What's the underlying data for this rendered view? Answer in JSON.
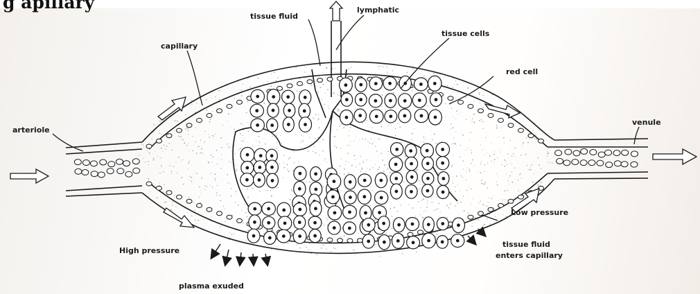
{
  "header_text": "g                                                       apillary",
  "labels": {
    "tissue_fluid": "tissue fluid",
    "lymphatic": "lymphatic",
    "tissue_cells": "tissue cells",
    "capillary": "capillary",
    "red_cell": "red cell",
    "venule": "venule",
    "arteriole": "arteriole",
    "low_pressure": "Low pressure",
    "high_pressure": "High pressure",
    "tissue_fluid_enters_1": "tissue fluid",
    "tissue_fluid_enters_2": "enters capillary",
    "plasma_exuded": "plasma exuded"
  },
  "colors": {
    "ink": "#1a1a1a",
    "paper": "#fbfaf8"
  }
}
